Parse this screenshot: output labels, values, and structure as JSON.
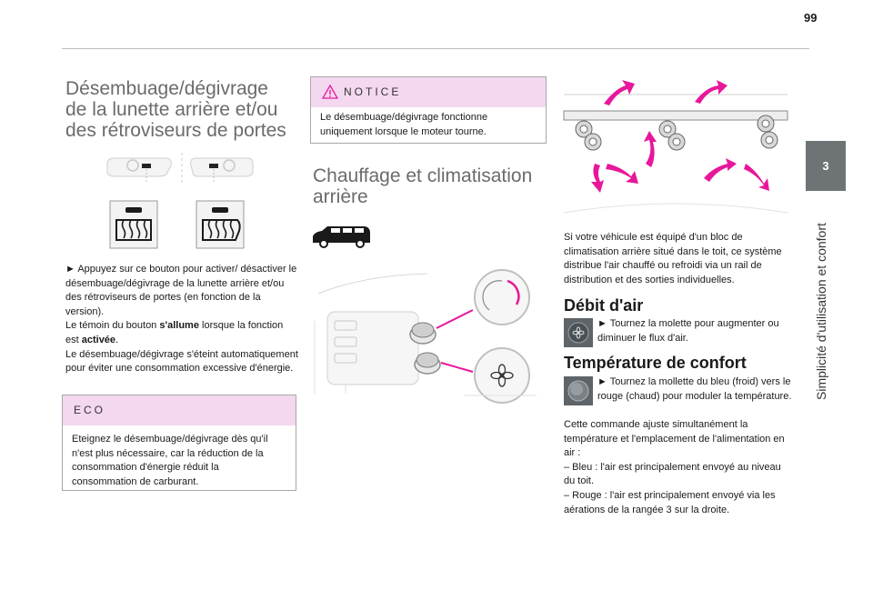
{
  "page_number": "99",
  "chapter_tab": "3",
  "chapter_title": "Simplicité d'utilisation et confort",
  "col1": {
    "title_lines": [
      "Désembuage/dégivrage",
      "de la lunette arrière et/ou",
      "des rétroviseurs de portes"
    ],
    "instruction": "► Appuyez sur ce bouton pour activer/ désactiver le désembuage/dégivrage de la lunette arrière et/ou des rétroviseurs de portes (en fonction de la version).",
    "lamp_pre": "Le témoin du bouton ",
    "lamp_bold1": "s'allume",
    "lamp_mid": " lorsque la fonction est ",
    "lamp_bold2": "activée",
    "lamp_post": ".",
    "auto_off": "Le désembuage/dégivrage s'éteint automatiquement pour éviter une consommation excessive d'énergie.",
    "eco_label": "ECO",
    "eco_text": "Eteignez le désembuage/dégivrage dès qu'il n'est plus nécessaire, car la réduction de la consommation d'énergie réduit la consommation de carburant."
  },
  "col2": {
    "notice_label": "NOTICE",
    "notice_text": "Le désembuage/dégivrage fonctionne uniquement lorsque le moteur tourne.",
    "title_lines": [
      "Chauffage et climatisation",
      "arrière"
    ]
  },
  "col3": {
    "intro": "Si votre véhicule est équipé d'un bloc de climatisation arrière situé dans le toit, ce système distribue l'air chauffé ou refroidi via un rail de distribution et des sorties individuelles.",
    "debit_title": "Débit d'air",
    "debit_text": "► Tournez la molette pour augmenter ou diminuer le flux d'air.",
    "temp_title": "Température de confort",
    "temp_text": "► Tournez la mollette du bleu (froid) vers le rouge (chaud) pour moduler la température.",
    "temp_desc": "Cette commande ajuste simultanément la température et l'emplacement de l'alimentation en air :",
    "bullet_blue": "– Bleu : l'air est principalement envoyé au niveau du toit.",
    "bullet_red": "– Rouge : l'air est principalement envoyé via les aérations de la rangée 3 sur la droite."
  },
  "colors": {
    "accent_pink": "#e8179a",
    "box_header": "#f3d8f0",
    "tab_gray": "#6e7476"
  }
}
